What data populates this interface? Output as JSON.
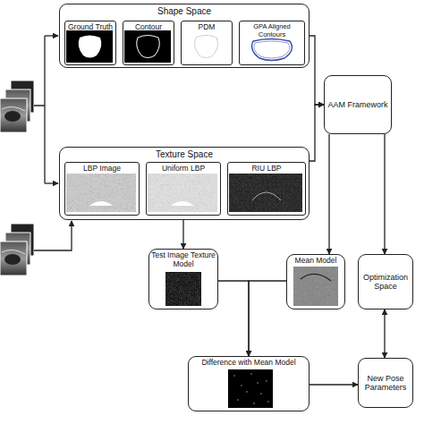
{
  "diagram": {
    "nodes": [
      {
        "text": [
          "Shape Space"
        ]
      },
      {
        "text": [
          "Ground Truth"
        ],
        "in": 0
      },
      {
        "text": [
          "Contour"
        ],
        "in": 0
      },
      {
        "text": [
          "PDM"
        ],
        "in": 0
      },
      {
        "text": [
          "GPA Aligned Contours"
        ],
        "in": 0
      },
      {
        "text": [
          "Texture Space"
        ]
      },
      {
        "text": [
          "LBP Image"
        ],
        "in": 5
      },
      {
        "text": [
          "Uniform LBP"
        ],
        "in": 5
      },
      {
        "text": [
          "RIU LBP"
        ],
        "in": 5
      },
      {
        "text": [
          "AAM Framework"
        ]
      },
      {
        "text": [
          "Test Image Texture Model"
        ]
      },
      {
        "text": [
          "Mean Model"
        ]
      },
      {
        "text": [
          "Optimization Space"
        ]
      },
      {
        "text": [
          "Difference with Mean Model"
        ]
      },
      {
        "text": [
          "New Pose Parameters"
        ]
      }
    ],
    "edges": [
      {
        "from": 0,
        "to": 9,
        "arrow": "to"
      },
      {
        "from": 5,
        "to": 9,
        "arrow": "to"
      },
      {
        "from": 9,
        "to": 11,
        "arrow": "to"
      },
      {
        "from": 9,
        "to": 12,
        "arrow": "to"
      },
      {
        "from": 5,
        "to": 10,
        "arrow": "to"
      },
      {
        "from": 10,
        "to": 13,
        "arrow": "to"
      },
      {
        "from": 11,
        "to": 13,
        "arrow": "to"
      },
      {
        "from": 13,
        "to": 14,
        "arrow": "to"
      },
      {
        "from": 14,
        "to": 12,
        "arrow": "both"
      }
    ]
  }
}
